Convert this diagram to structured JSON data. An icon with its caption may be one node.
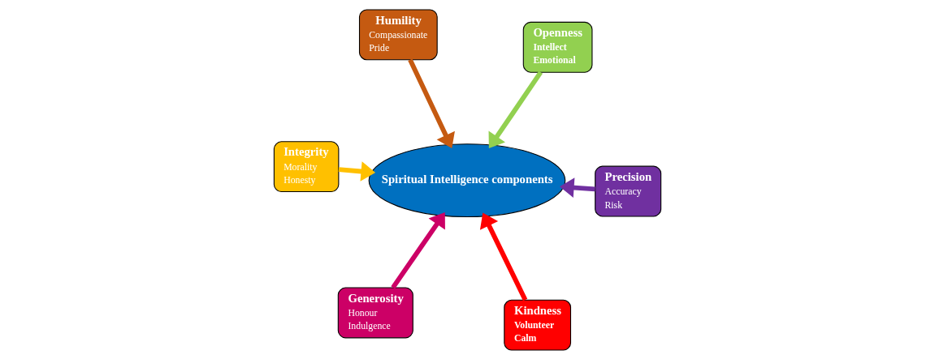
{
  "diagram": {
    "nodes": [
      {
        "text": [
          "Integrity",
          "Morality",
          "Honesty"
        ]
      },
      {
        "text": [
          "Precision",
          "Accuracy",
          "Risk"
        ]
      },
      {
        "text": [
          "Kindness",
          "Volunteer",
          "Calm"
        ]
      },
      {
        "text": [
          "Humility",
          "Compassionate",
          "Pride"
        ]
      },
      {
        "text": [
          "Spiritual Intelligence components"
        ]
      },
      {
        "text": [
          "Openness",
          "Intellect",
          "Emotional"
        ]
      },
      {
        "text": [
          "Generosity",
          "Honour",
          "Indulgence"
        ]
      }
    ],
    "edges": [
      {
        "from": 0,
        "to": 4,
        "arrow": "to",
        "color": "#ffc000"
      },
      {
        "from": 1,
        "to": 4,
        "arrow": "to",
        "color": "#7030a0"
      },
      {
        "from": 2,
        "to": 4,
        "arrow": "to",
        "color": "#ff0000"
      },
      {
        "from": 3,
        "to": 4,
        "arrow": "to",
        "color": "#c55a11"
      },
      {
        "from": 5,
        "to": 4,
        "arrow": "to",
        "color": "#92d050"
      },
      {
        "from": 6,
        "to": 4,
        "arrow": "to",
        "color": "#cc0066"
      }
    ]
  }
}
